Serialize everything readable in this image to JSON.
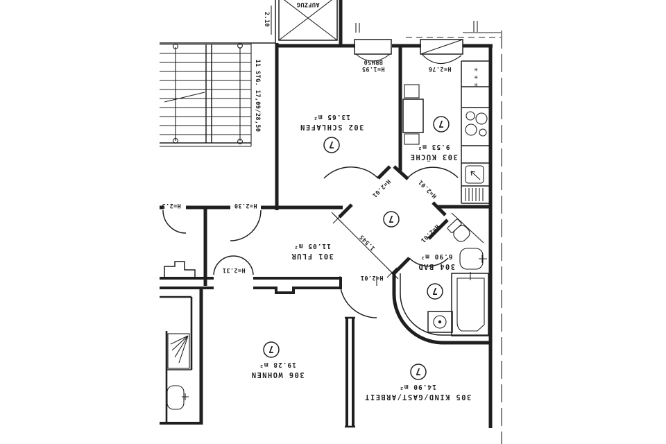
{
  "plan": {
    "unit_number": "7",
    "rooms": [
      {
        "number": "301",
        "name": "301 FLUR",
        "area": "11.05 m²"
      },
      {
        "number": "302",
        "name": "302 SCHLAFEN",
        "area": "13.65 m²"
      },
      {
        "number": "303",
        "name": "303 KÜCHE",
        "area": "9.53 m²"
      },
      {
        "number": "304",
        "name": "304 BAD",
        "area": "6.90 m²"
      },
      {
        "number": "305",
        "name": "305 KIND/GAST/ARBEIT",
        "area": "14.90 m²"
      },
      {
        "number": "306",
        "name": "306 WOHNEN",
        "area": "19.28 m²"
      }
    ],
    "stairwell": {
      "label": "11 STG. 17,09/28,50",
      "elevator": "AUFZUG",
      "elevator_width": "2.10"
    },
    "dims": {
      "hall_opening": "1.545"
    },
    "heights": {
      "door_hall": "H=2.01",
      "entry_left": "H=2.3",
      "entry_flur": "H=2.30",
      "door_wohnen": "H=2.31",
      "window_schlafen_h": "H=1.95",
      "window_schlafen_sill": "BRH50",
      "window_kueche": "H=2.76"
    },
    "colors": {
      "ink": "#1f1f1f",
      "paper": "#ffffff"
    }
  }
}
